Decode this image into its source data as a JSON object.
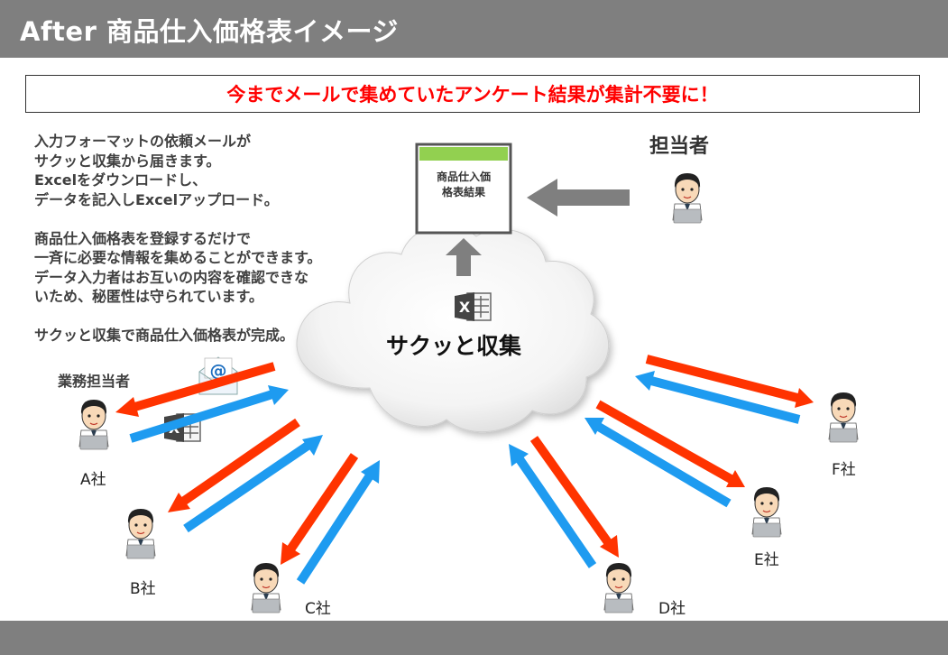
{
  "header": {
    "title": "After 商品仕入価格表イメージ"
  },
  "banner": {
    "text": "今までメールで集めていたアンケート結果が集計不要に！"
  },
  "description": {
    "lines": [
      "入力フォーマットの依頼メールが",
      "サクッと収集から届きます。",
      "Excelをダウンロードし、",
      "データを記入しExcelアップロード。",
      "",
      "商品仕入価格表を登録するだけで",
      "一斉に必要な情報を集めることができます。",
      "データ入力者はお互いの内容を確認できな",
      "いため、秘匿性は守られています。",
      "",
      "サクッと収集で商品仕入価格表が完成。"
    ]
  },
  "manager": {
    "label": "担当者"
  },
  "staff": {
    "label": "業務担当者"
  },
  "result_doc": {
    "line1": "商品仕入価",
    "line2": "格表結果"
  },
  "cloud": {
    "label": "サクッと収集"
  },
  "companies": {
    "a": "A社",
    "b": "B社",
    "c": "C社",
    "d": "D社",
    "e": "E社",
    "f": "F社"
  },
  "icons": {
    "excel": "excel-icon",
    "mail": "mail-icon",
    "person": "person-with-laptop-icon",
    "cloud": "cloud-icon"
  },
  "colors": {
    "red_arrow": "#ff3300",
    "blue_arrow": "#1e9bf0",
    "gray_arrow": "#7f7f7f",
    "header_bg": "#7f7f7f",
    "banner_text": "#ff0000",
    "doc_top": "#92d050"
  }
}
